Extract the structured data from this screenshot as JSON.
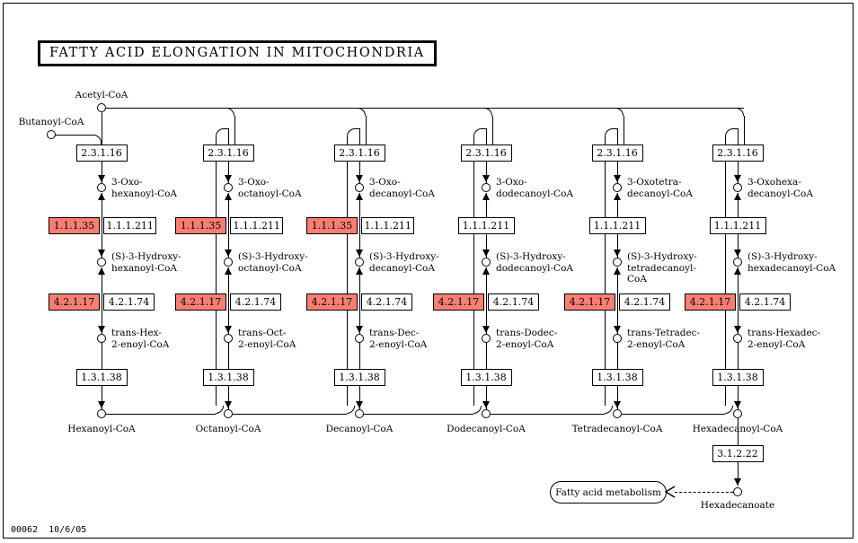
{
  "title": "FATTY ACID ELONGATION IN MITOCHONDRIA",
  "footer": "00062  10/6/05",
  "colors": {
    "highlight": "#fa7f72",
    "background": "#ffffff",
    "stroke": "#000000"
  },
  "inputs": [
    {
      "name": "acetyl-coa",
      "label": "Acetyl-CoA"
    },
    {
      "name": "butanoyl-coa",
      "label": "Butanoyl-CoA"
    }
  ],
  "enzymes": {
    "condensation": "2.3.1.16",
    "dehydrogenase_hl": "1.1.1.35",
    "dehydrogenase": "1.1.1.211",
    "hydratase_hl": "4.2.1.17",
    "hydratase": "4.2.1.74",
    "reductase": "1.3.1.38",
    "thioesterase": "3.1.2.22"
  },
  "columns": [
    {
      "id": "c6",
      "oxo": "3-Oxo-\nhexanoyl-CoA",
      "hydroxy": "(S)-3-Hydroxy-\nhexanoyl-CoA",
      "enoyl": "trans-Hex-\n2-enoyl-CoA",
      "product": "Hexanoyl-CoA",
      "has_dehydrogenase_hl": true,
      "has_hydratase_hl": true
    },
    {
      "id": "c8",
      "oxo": "3-Oxo-\noctanoyl-CoA",
      "hydroxy": "(S)-3-Hydroxy-\noctanoyl-CoA",
      "enoyl": "trans-Oct-\n2-enoyl-CoA",
      "product": "Octanoyl-CoA",
      "has_dehydrogenase_hl": true,
      "has_hydratase_hl": true
    },
    {
      "id": "c10",
      "oxo": "3-Oxo-\ndecanoyl-CoA",
      "hydroxy": "(S)-3-Hydroxy-\ndecanoyl-CoA",
      "enoyl": "trans-Dec-\n2-enoyl-CoA",
      "product": "Decanoyl-CoA",
      "has_dehydrogenase_hl": true,
      "has_hydratase_hl": true
    },
    {
      "id": "c12",
      "oxo": "3-Oxo-\ndodecanoyl-CoA",
      "hydroxy": "(S)-3-Hydroxy-\ndodecanoyl-CoA",
      "enoyl": "trans-Dodec-\n2-enoyl-CoA",
      "product": "Dodecanoyl-CoA",
      "has_dehydrogenase_hl": false,
      "has_hydratase_hl": true
    },
    {
      "id": "c14",
      "oxo": "3-Oxotetra-\ndecanoyl-CoA",
      "hydroxy": "(S)-3-Hydroxy-\ntetradecanoyl-\nCoA",
      "enoyl": "trans-Tetradec-\n2-enoyl-CoA",
      "product": "Tetradecanoyl-CoA",
      "has_dehydrogenase_hl": false,
      "has_hydratase_hl": true
    },
    {
      "id": "c16",
      "oxo": "3-Oxohexa-\ndecanoyl-CoA",
      "hydroxy": "(S)-3-Hydroxy-\nhexadecanoyl-CoA",
      "enoyl": "trans-Hexadec-\n2-enoyl-CoA",
      "product": "Hexadecanoyl-CoA",
      "has_dehydrogenase_hl": false,
      "has_hydratase_hl": true
    }
  ],
  "terminal": {
    "acid": "Hexadecanoate",
    "map_link": "Fatty acid metabolism"
  }
}
